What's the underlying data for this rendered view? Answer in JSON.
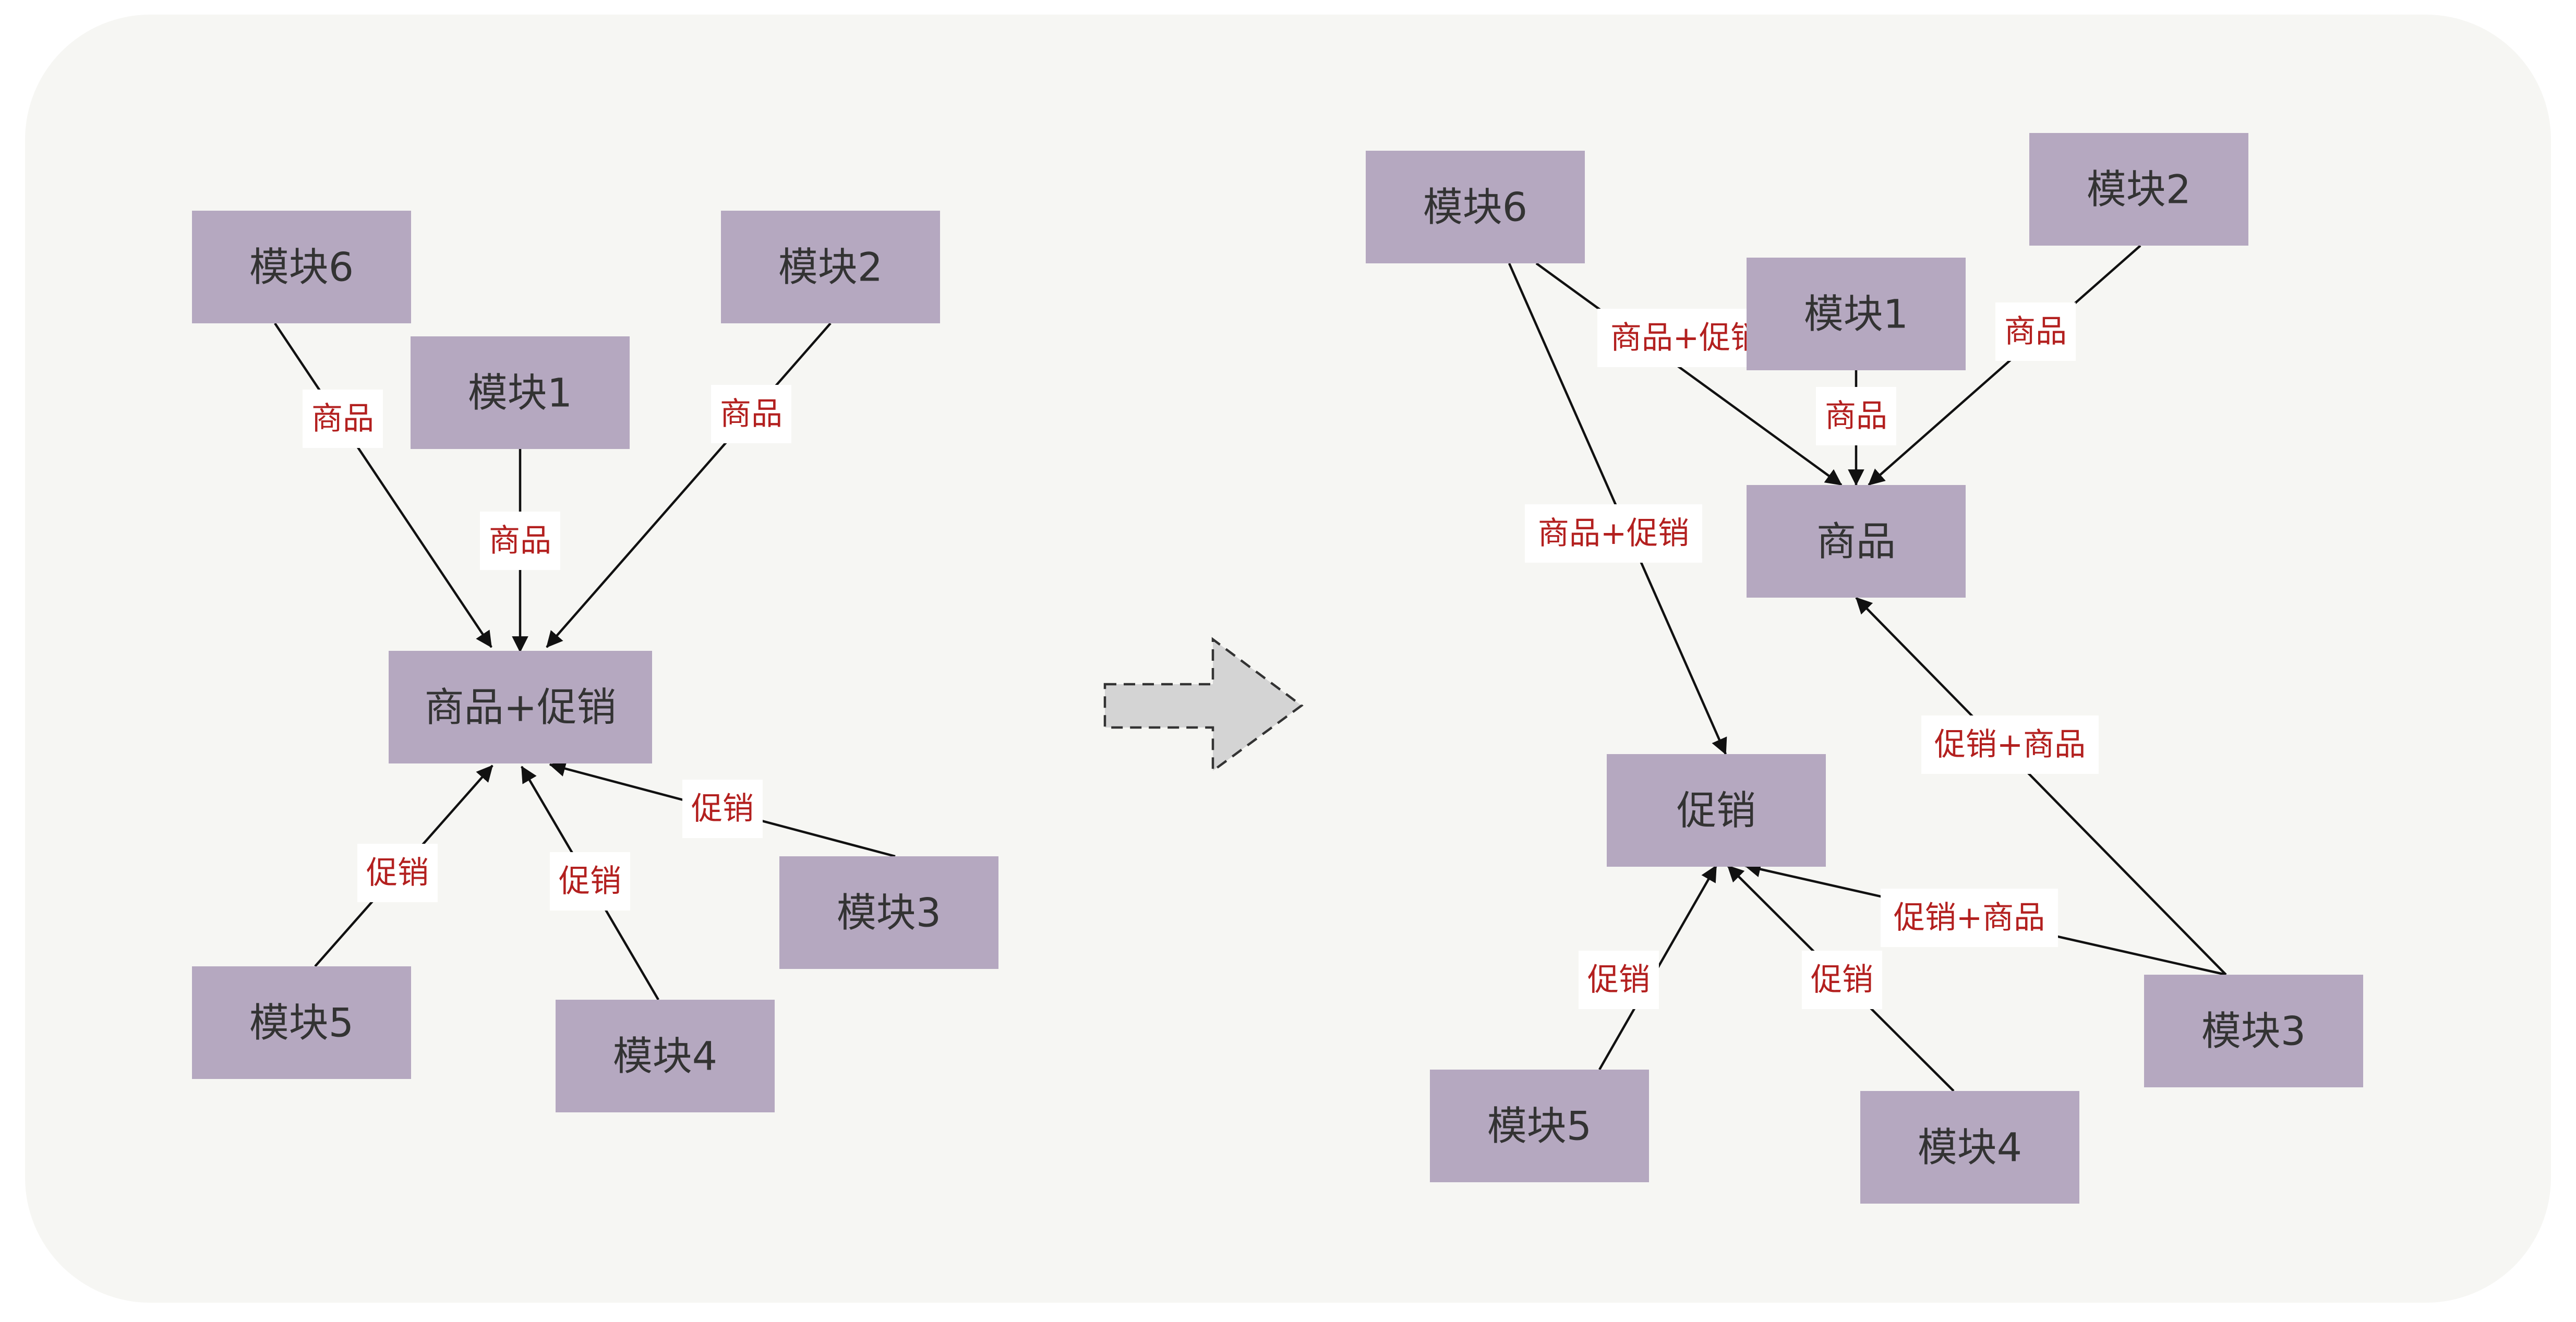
{
  "left_diagram": {
    "nodes": [
      {
        "id": "m6",
        "label": "模块6"
      },
      {
        "id": "m1",
        "label": "模块1"
      },
      {
        "id": "m2",
        "label": "模块2"
      },
      {
        "id": "core",
        "label": "商品+促销"
      },
      {
        "id": "m5",
        "label": "模块5"
      },
      {
        "id": "m4",
        "label": "模块4"
      },
      {
        "id": "m3",
        "label": "模块3"
      }
    ],
    "edges": [
      {
        "from": "m6",
        "to": "core",
        "label": "商品"
      },
      {
        "from": "m1",
        "to": "core",
        "label": "商品"
      },
      {
        "from": "m2",
        "to": "core",
        "label": "商品"
      },
      {
        "from": "m5",
        "to": "core",
        "label": "促销"
      },
      {
        "from": "m4",
        "to": "core",
        "label": "促销"
      },
      {
        "from": "m3",
        "to": "core",
        "label": "促销"
      }
    ]
  },
  "right_diagram": {
    "nodes": [
      {
        "id": "m6",
        "label": "模块6"
      },
      {
        "id": "m2",
        "label": "模块2"
      },
      {
        "id": "m1",
        "label": "模块1"
      },
      {
        "id": "goods",
        "label": "商品"
      },
      {
        "id": "promo",
        "label": "促销"
      },
      {
        "id": "m5",
        "label": "模块5"
      },
      {
        "id": "m4",
        "label": "模块4"
      },
      {
        "id": "m3",
        "label": "模块3"
      }
    ],
    "edges": [
      {
        "from": "m6",
        "to": "goods",
        "label": "商品+促销"
      },
      {
        "from": "m1",
        "to": "goods",
        "label": "商品"
      },
      {
        "from": "m2",
        "to": "goods",
        "label": "商品"
      },
      {
        "from": "m6",
        "to": "promo",
        "label": "商品+促销"
      },
      {
        "from": "m3",
        "to": "goods",
        "label": "促销+商品"
      },
      {
        "from": "m3",
        "to": "promo",
        "label": "促销+商品"
      },
      {
        "from": "m5",
        "to": "promo",
        "label": "促销"
      },
      {
        "from": "m4",
        "to": "promo",
        "label": "促销"
      }
    ]
  },
  "colors": {
    "panel_background": "#f6f6f3",
    "node_fill": "#b5a8c0",
    "node_text": "#333333",
    "edge_stroke": "#111111",
    "edge_label": "#b3201f",
    "transition_arrow_fill": "#d4d4d4"
  }
}
